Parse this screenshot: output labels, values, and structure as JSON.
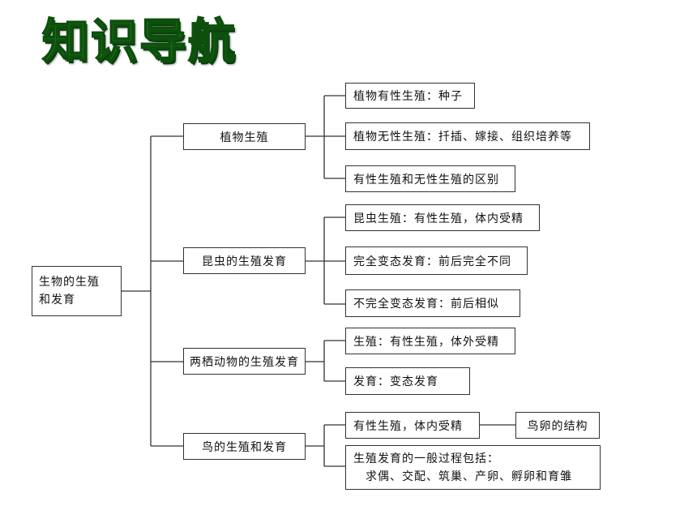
{
  "title": "知识导航",
  "root": {
    "line1": "生物的生殖",
    "line2": "和发育"
  },
  "branches": [
    {
      "label": "植物生殖",
      "children": [
        "植物有性生殖：种子",
        "植物无性生殖：扦插、嫁接、组织培养等",
        "有性生殖和无性生殖的区别"
      ]
    },
    {
      "label": "昆虫的生殖发育",
      "children": [
        "昆虫生殖：有性生殖，体内受精",
        "完全变态发育：前后完全不同",
        "不完全变态发育：前后相似"
      ]
    },
    {
      "label": "两栖动物的生殖发育",
      "children": [
        "生殖：有性生殖，体外受精",
        "发育：变态发育"
      ]
    },
    {
      "label": "鸟的生殖和发育",
      "children": [
        "有性生殖，体内受精"
      ],
      "grandchild": "鸟卵的结构",
      "process": {
        "line1": "生殖发育的一般过程包括：",
        "line2": "求偶、交配、筑巢、产卵、孵卵和育雏"
      }
    }
  ]
}
